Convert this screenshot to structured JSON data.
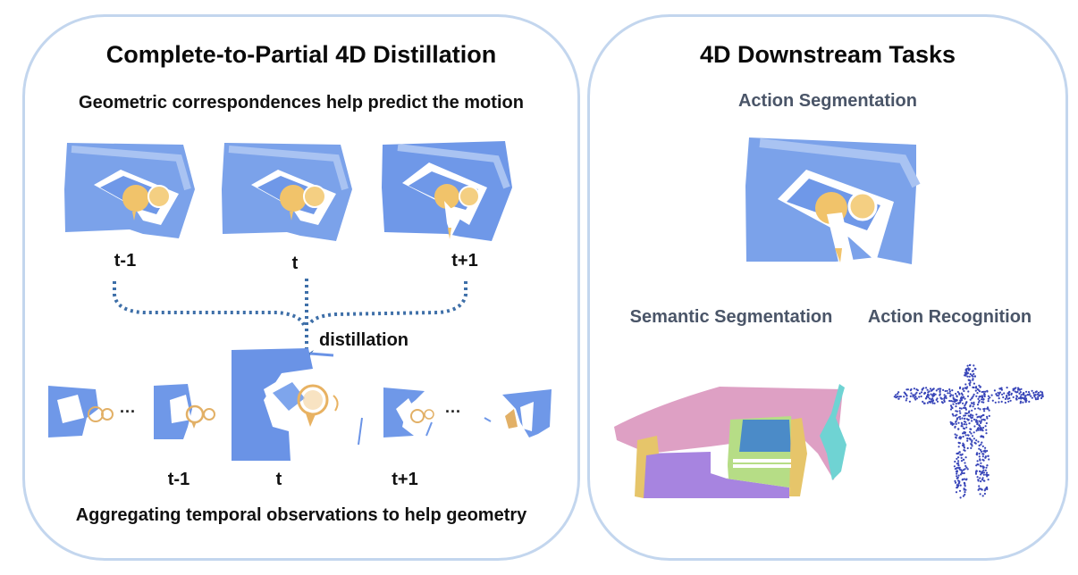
{
  "left_panel": {
    "title": "Complete-to-Partial 4D Distillation",
    "top_caption": "Geometric correspondences help predict the motion",
    "top_frames": [
      {
        "label": "t-1",
        "image": "complete-point-cloud-frame"
      },
      {
        "label": "t",
        "image": "complete-point-cloud-frame"
      },
      {
        "label": "t+1",
        "image": "complete-point-cloud-frame"
      }
    ],
    "arrow_label": "distillation",
    "bottom_frames": [
      {
        "label": "",
        "image": "partial-point-cloud-frame"
      },
      {
        "label": "t-1",
        "image": "partial-point-cloud-frame"
      },
      {
        "label": "t",
        "image": "partial-point-cloud-frame"
      },
      {
        "label": "t+1",
        "image": "partial-point-cloud-frame"
      },
      {
        "label": "",
        "image": "partial-point-cloud-frame"
      }
    ],
    "ellipsis": "...",
    "bottom_caption": "Aggregating  temporal observations to help geometry"
  },
  "right_panel": {
    "title": "4D Downstream Tasks",
    "tasks": [
      {
        "label": "Action Segmentation",
        "image": "hand-object-point-cloud"
      },
      {
        "label": "Semantic Segmentation",
        "image": "segmented-indoor-scene"
      },
      {
        "label": "Action Recognition",
        "image": "human-body-point-cloud"
      }
    ]
  },
  "colors": {
    "panel_border": "#c3d6ee",
    "point_cloud_blue": "#6a93e6",
    "object_yellow": "#f1c36a",
    "arrow_blue": "#3e6fa8",
    "task_title": "#4a5568",
    "seg_pink": "#dea0c4",
    "seg_purple": "#a784e0",
    "seg_green": "#b6dd86",
    "seg_blue": "#4b8bc8",
    "seg_yellow": "#e6c56a",
    "seg_cyan": "#6fd3d3",
    "human_points": "#3845b8"
  }
}
